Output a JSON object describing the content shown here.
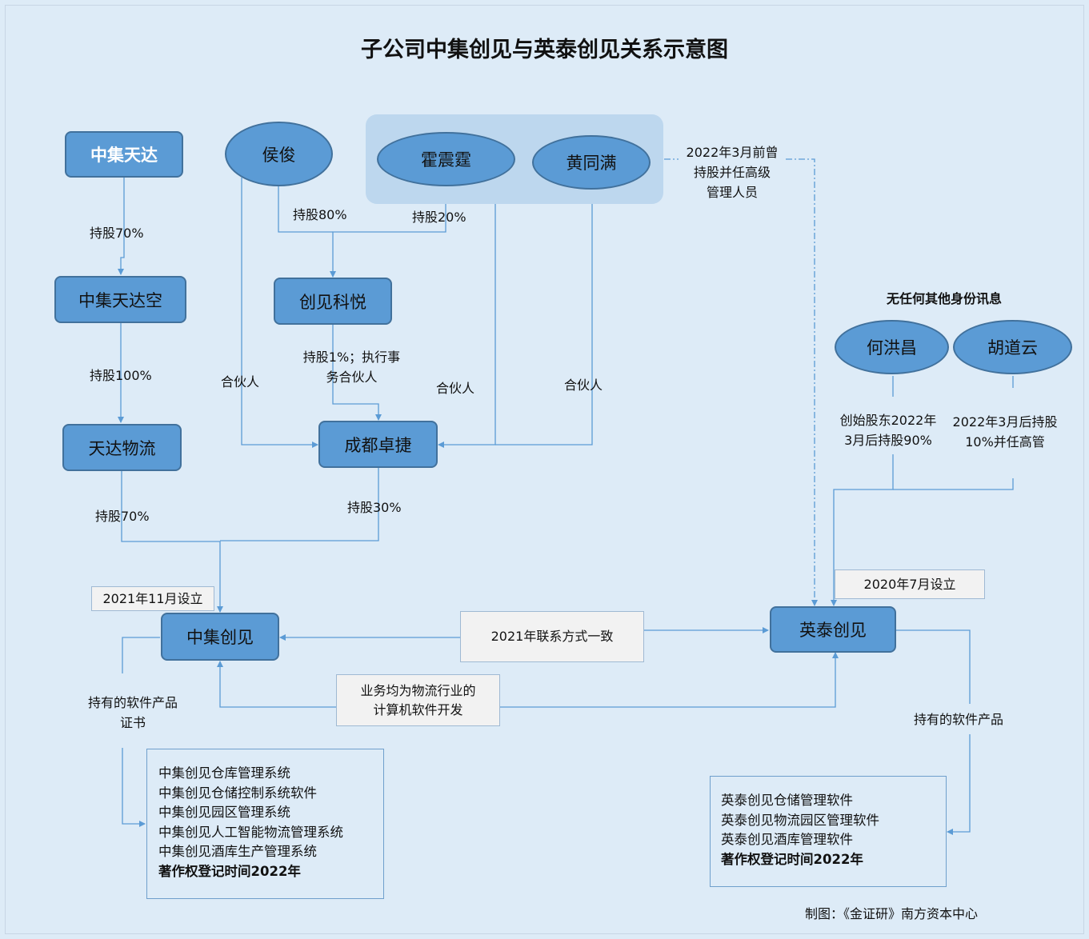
{
  "title": "子公司中集创见与英泰创见关系示意图",
  "colors": {
    "background": "#ddebf7",
    "node_fill": "#5b9bd5",
    "node_border": "#41719c",
    "group_fill": "#bdd7ee",
    "connector": "#5b9bd5"
  },
  "nodes": {
    "zhongji_tianda": "中集天达",
    "zhongji_tiandakong": "中集天达空",
    "tianda_wuliu": "天达物流",
    "houjun": "侯俊",
    "huo_zhenting": "霍震霆",
    "huang_tongman": "黄同满",
    "chuangjian_keyue": "创见科悦",
    "chengdu_zhuojie": "成都卓捷",
    "zhongji_chuangjian": "中集创见",
    "yingtai_chuangjian": "英泰创见",
    "he_hongchang": "何洪昌",
    "hu_daoyun": "胡道云"
  },
  "labels": {
    "hold_70_a": "持股70%",
    "hold_100": "持股100%",
    "hold_70_b": "持股70%",
    "hold_80": "持股80%",
    "hold_20": "持股20%",
    "hold_1_line1": "持股1%；执行事",
    "hold_1_line2": "务合伙人",
    "partner_houjun": "合伙人",
    "partner_huo": "合伙人",
    "partner_huang": "合伙人",
    "hold_30": "持股30%",
    "former_line1": "2022年3月前曾",
    "former_line2": "持股并任高级",
    "former_line3": "管理人员",
    "no_other_identity": "无任何其他身份讯息",
    "he_line1": "创始股东2022年",
    "he_line2": "3月后持股90%",
    "hu_line1": "2022年3月后持股",
    "hu_line2": "10%并任高管",
    "zj_software_line1": "持有的软件产品",
    "zj_software_line2": "证书",
    "yt_software": "持有的软件产品"
  },
  "boxes": {
    "zj_established": "2021年11月设立",
    "yt_established": "2020年7月设立",
    "same_contact": "2021年联系方式一致",
    "business_line1": "业务均为物流行业的",
    "business_line2": "计算机软件开发"
  },
  "zj_products": {
    "items": [
      "中集创见仓库管理系统",
      "中集创见仓储控制系统软件",
      "中集创见园区管理系统",
      "中集创见人工智能物流管理系统",
      "中集创见酒库生产管理系统"
    ],
    "footer": "著作权登记时间2022年"
  },
  "yt_products": {
    "items": [
      "英泰创见仓储管理软件",
      "英泰创见物流园区管理软件",
      "英泰创见酒库管理软件"
    ],
    "footer": "著作权登记时间2022年"
  },
  "credit": "制图：《金证研》南方资本中心"
}
